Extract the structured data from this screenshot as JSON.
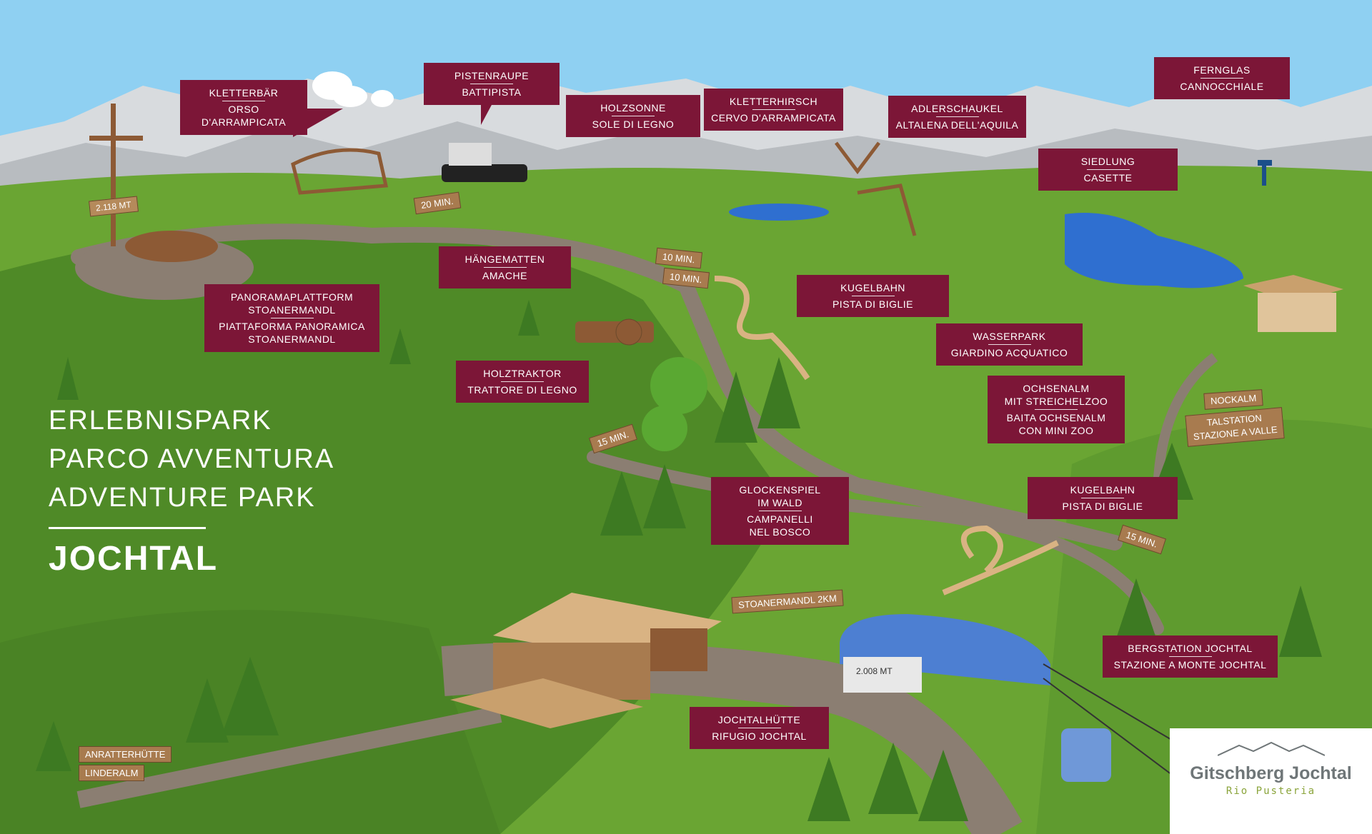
{
  "title": {
    "line1": "ERLEBNISPARK",
    "line2": "PARCO AVVENTURA",
    "line3": "ADVENTURE PARK",
    "place": "JOCHTAL"
  },
  "logo": {
    "name": "Gitschberg Jochtal",
    "sub": "Rio Pusteria"
  },
  "colors": {
    "label_bg": "#7c1637",
    "sky": "#8fd0f2",
    "grass": "#5f9b2f",
    "path": "#8b7e72",
    "wood": "#a87b4f",
    "water": "#2f6fd0"
  },
  "labels": {
    "kletterbaer": [
      "KLETTERBÄR",
      "ORSO D'ARRAMPICATA"
    ],
    "pistenraupe": [
      "PISTENRAUPE",
      "BATTIPISTA"
    ],
    "holzsonne": [
      "HOLZSONNE",
      "SOLE DI LEGNO"
    ],
    "kletterhirsch": [
      "KLETTERHIRSCH",
      "CERVO D'ARRAMPICATA"
    ],
    "adlerschaukel": [
      "ADLERSCHAUKEL",
      "ALTALENA DELL'AQUILA"
    ],
    "fernglas": [
      "FERNGLAS",
      "CANNOCCHIALE"
    ],
    "siedlung": [
      "SIEDLUNG",
      "CASETTE"
    ],
    "haengematten": [
      "HÄNGEMATTEN",
      "AMACHE"
    ],
    "kugelbahn1": [
      "KUGELBAHN",
      "PISTA DI BIGLIE"
    ],
    "panorama": [
      "PANORAMAPLATTFORM",
      "STOANERMANDL",
      "PIATTAFORMA PANORAMICA",
      "STOANERMANDL"
    ],
    "wasserpark": [
      "WASSERPARK",
      "GIARDINO ACQUATICO"
    ],
    "holztraktor": [
      "HOLZTRAKTOR",
      "TRATTORE DI LEGNO"
    ],
    "ochsenalm": [
      "OCHSENALM",
      "MIT STREICHELZOO",
      "BAITA OCHSENALM",
      "CON MINI ZOO"
    ],
    "glockenspiel": [
      "GLOCKENSPIEL",
      "IM WALD",
      "CAMPANELLI",
      "NEL BOSCO"
    ],
    "kugelbahn2": [
      "KUGELBAHN",
      "PISTA DI BIGLIE"
    ],
    "bergstation": [
      "BERGSTATION JOCHTAL",
      "STAZIONE A MONTE JOCHTAL"
    ],
    "jochtalhuette": [
      "JOCHTALHÜTTE",
      "RIFUGIO JOCHTAL"
    ]
  },
  "signs": {
    "alt_peak": "2.118 MT",
    "alt_station": "2.008 MT",
    "min20": "20 MIN.",
    "min10a": "10 MIN.",
    "min10b": "10 MIN.",
    "min15a": "15 MIN.",
    "min15b": "15 MIN.",
    "nockalm": "NOCKALM",
    "talstation1": "TALSTATION",
    "talstation2": "STAZIONE A VALLE",
    "stoanermandl": "STOANERMANDL 2KM",
    "anratterhuette": "ANRATTERHÜTTE",
    "linderalm": "LINDERALM"
  }
}
